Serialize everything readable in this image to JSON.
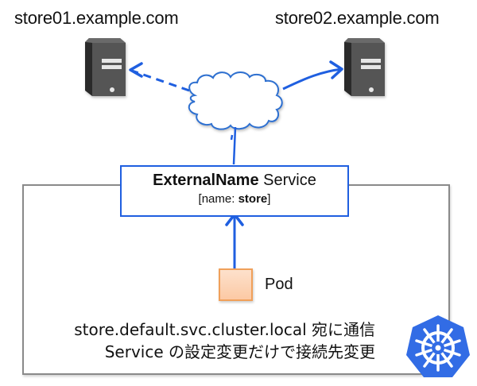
{
  "hosts": [
    {
      "label": "store01.example.com",
      "icon": "server-icon",
      "connection": "dashed"
    },
    {
      "label": "store02.example.com",
      "icon": "server-icon",
      "connection": "solid"
    }
  ],
  "cloud": {
    "icon": "cloud-icon"
  },
  "service": {
    "title_bold": "ExternalName",
    "title_rest": " Service",
    "sub_prefix": "[name: ",
    "sub_bold": "store",
    "sub_suffix": "]"
  },
  "pod": {
    "label": "Pod"
  },
  "notes": {
    "line1": "store.default.svc.cluster.local 宛に通信",
    "line2": "Service の設定変更だけで接続先変更"
  },
  "logo": {
    "icon": "kubernetes-logo-icon"
  },
  "colors": {
    "accent": "#1f5fe0",
    "server": "#4a4a4a",
    "pod_fill": "#fcd3b4",
    "pod_border": "#f0a05a",
    "cluster_border": "#8a8a8a",
    "k8s_blue": "#326ce5"
  }
}
